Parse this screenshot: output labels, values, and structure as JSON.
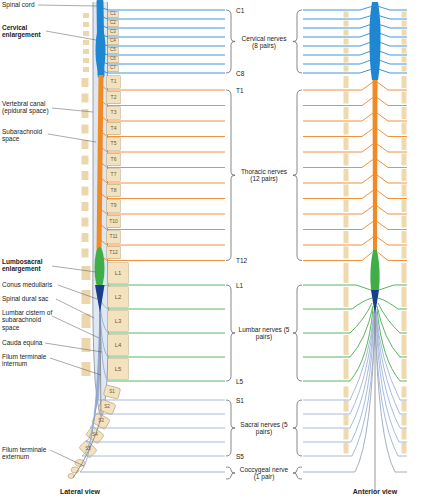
{
  "diagram": {
    "labels": [
      "Spinal cord",
      "Cervical enlargement",
      "Vertebral canal (epidural space)",
      "Subarachnoid space",
      "Lumbosacral enlargement",
      "Conus medullaris",
      "Spinal dural sac",
      "Lumbar cistern of subarachnoid space",
      "Cauda equina",
      "Filum terminale internum",
      "Filum terminale externum",
      "Lateral view",
      "C1",
      "C2",
      "C3",
      "C4",
      "C5",
      "C6",
      "C7",
      "T1",
      "T2",
      "T3",
      "T4",
      "T5",
      "T6",
      "T7",
      "T8",
      "T9",
      "T10",
      "T11",
      "T12",
      "L1",
      "L2",
      "L3",
      "L4",
      "L5",
      "S1",
      "S2",
      "S3",
      "S4",
      "S5",
      "C1",
      "Cervical nerves (8 pairs)",
      "C8",
      "T1",
      "Thoracic nerves (12 pairs)",
      "T12",
      "L1",
      "Lumbar nerves (5 pairs)",
      "L5",
      "S1",
      "Sacral nerves (5 pairs)",
      "S5",
      "Coccygeal nerve (1 pair)",
      "Anterior view"
    ]
  }
}
